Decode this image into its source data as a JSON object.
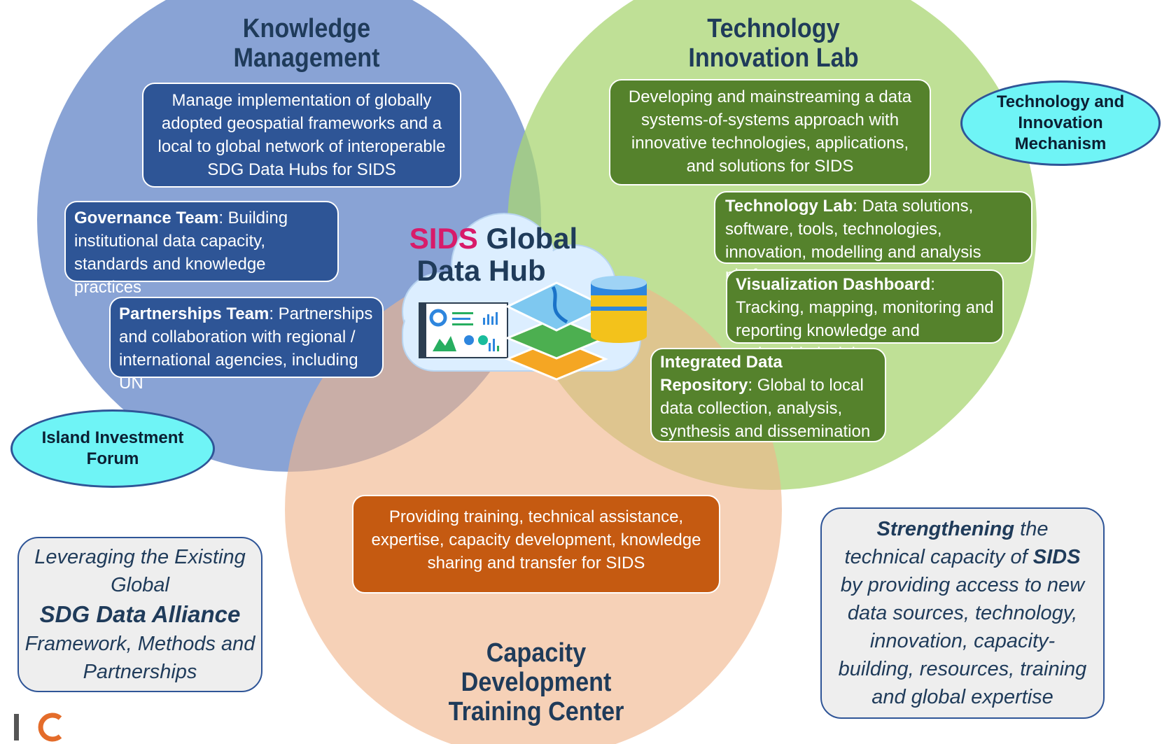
{
  "circles": {
    "knowledge": {
      "title_line1": "Knowledge",
      "title_line2": "Management",
      "main_text": "Manage implementation of globally adopted geospatial frameworks and a local to global network of interoperable SDG Data Hubs for SIDS",
      "governance": {
        "label": "Governance Team",
        "text": ": Building institutional data capacity, standards and knowledge practices"
      },
      "partnerships": {
        "label": "Partnerships Team",
        "text": ": Partnerships and collaboration with regional / international agencies, including UN"
      }
    },
    "technology": {
      "title_line1": "Technology",
      "title_line2": "Innovation Lab",
      "main_text": "Developing and mainstreaming a data systems-of-systems approach with innovative technologies, applications, and solutions for SIDS",
      "lab": {
        "label": "Technology Lab",
        "text": ": Data solutions, software, tools, technologies, innovation, modelling and analysis platforms"
      },
      "dashboard": {
        "label": "Visualization Dashboard",
        "text": ": Tracking, mapping, monitoring and reporting knowledge and actionable insights"
      },
      "repository": {
        "label": "Integrated Data Repository",
        "text": ": Global to local data collection, analysis, synthesis and dissemination"
      }
    },
    "capacity": {
      "title_line1": "Capacity",
      "title_line2": "Development",
      "title_line3": "Training Center",
      "main_text": "Providing training, technical assistance, expertise, capacity development, knowledge sharing and transfer for SIDS"
    }
  },
  "hub": {
    "sids": "SIDS",
    "global": " Global",
    "line2": "Data Hub"
  },
  "ovals": {
    "tech_mechanism_1": "Technology and",
    "tech_mechanism_2": "Innovation",
    "tech_mechanism_3": "Mechanism",
    "island_forum_1": "Island Investment",
    "island_forum_2": "Forum"
  },
  "notes": {
    "left": {
      "line1": "Leveraging the Existing",
      "line2": "Global",
      "emph": "SDG Data Alliance",
      "line3": "Framework, Methods and",
      "line4": "Partnerships"
    },
    "right": {
      "emph1": "Strengthening",
      "t1": " the technical capacity of ",
      "emph2": "SIDS",
      "t2": " by providing access to new data sources, technology, innovation, capacity-building, resources, training and global expertise"
    }
  },
  "colors": {
    "knowledge_circle": "#7f9bd1",
    "technology_circle": "#b5dc88",
    "capacity_circle": "#f4c7a6",
    "blue_box": "#2e5596",
    "green_box": "#55822c",
    "orange_box": "#c55a11",
    "oval": "#6ff4f6",
    "sids_magenta": "#d81b6a"
  },
  "icons": [
    "cloud-icon",
    "dashboard-icon",
    "map-layers-icon",
    "database-icon",
    "logo-icon"
  ]
}
